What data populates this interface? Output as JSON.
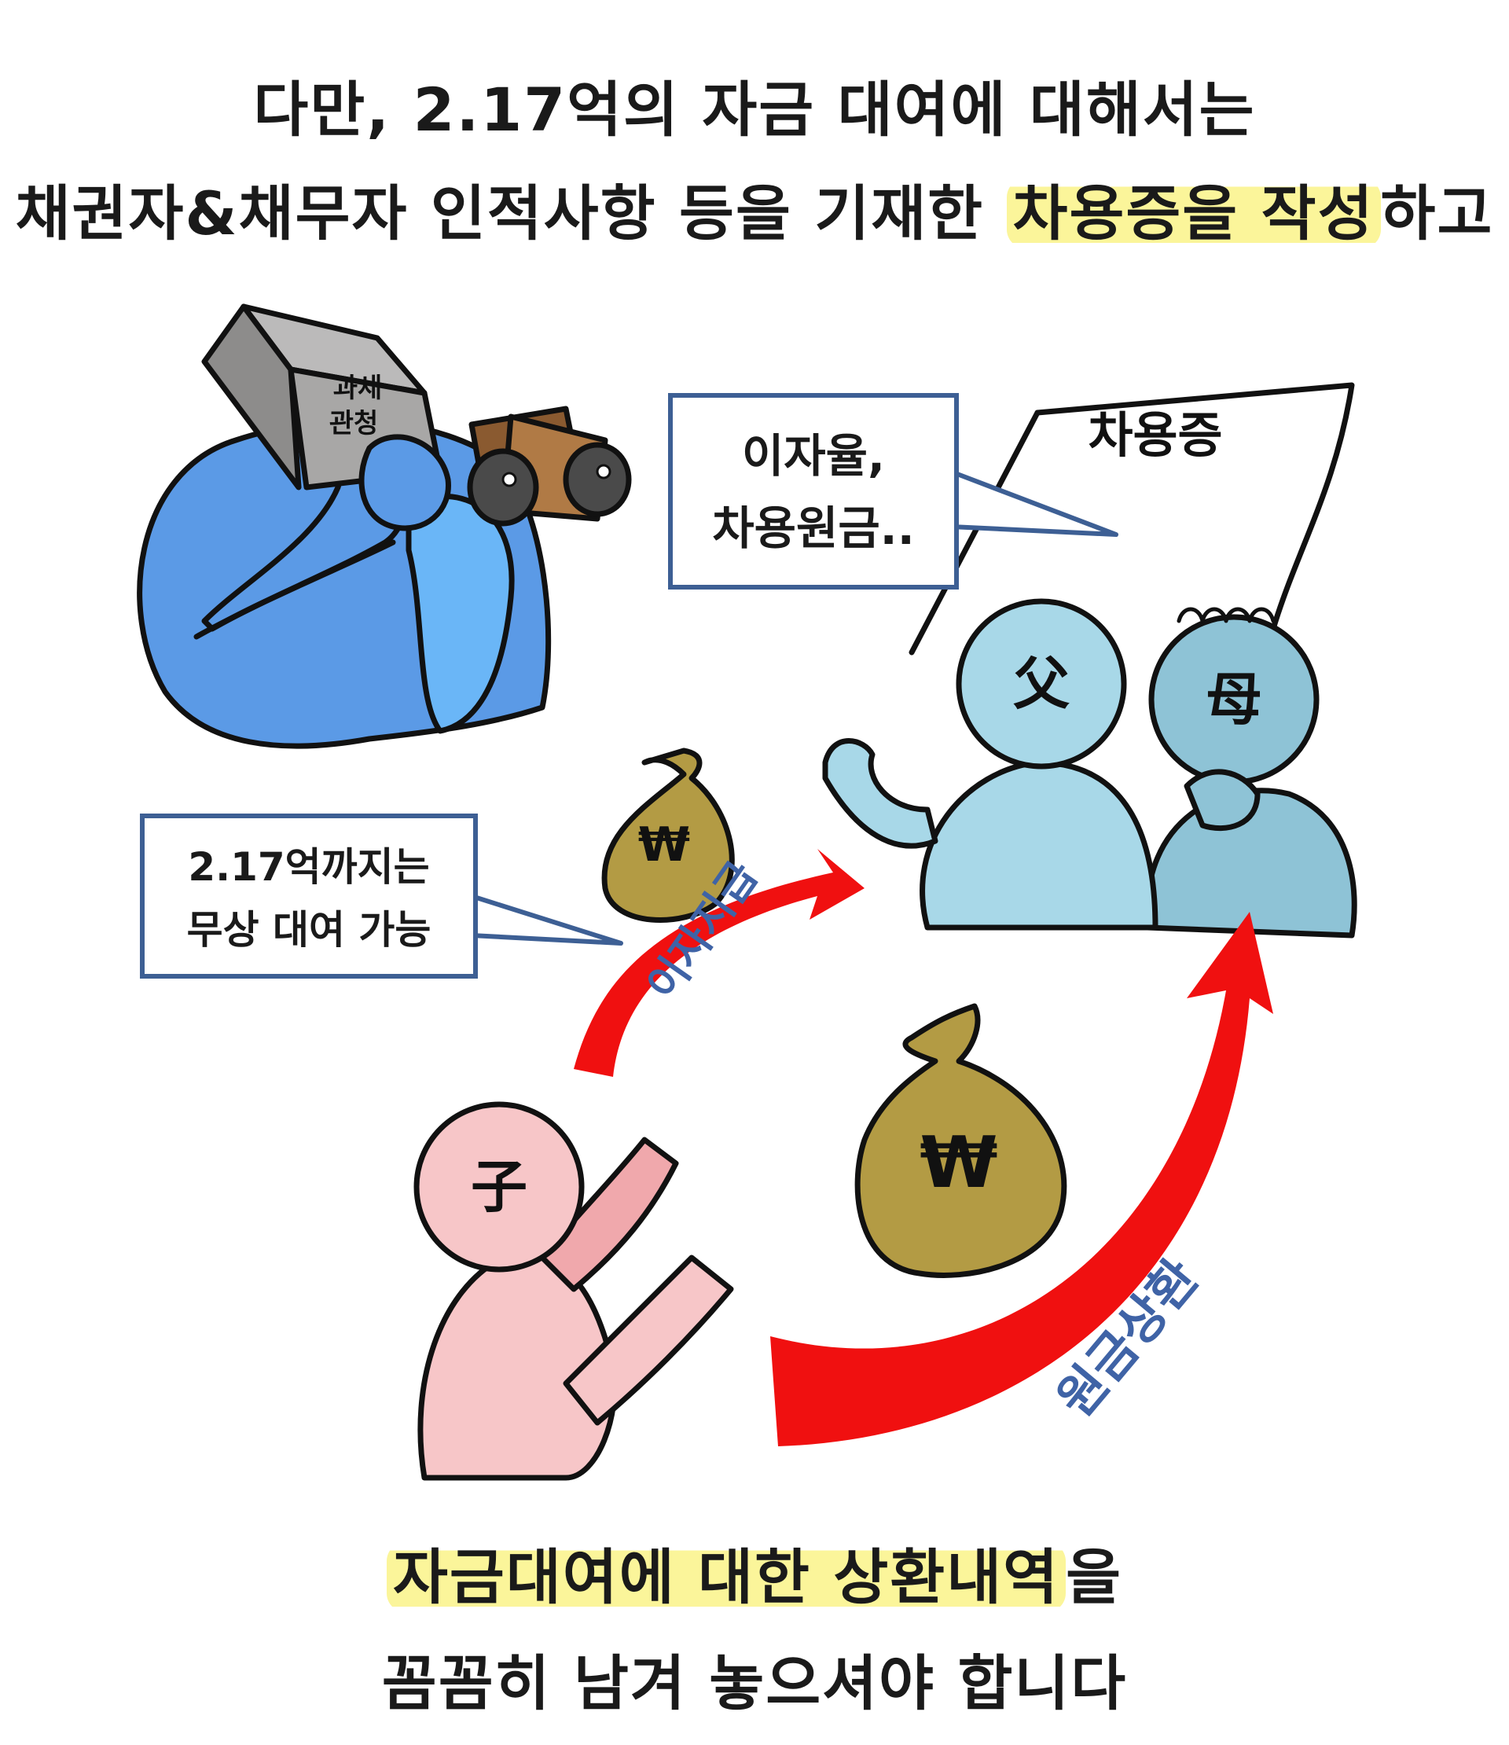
{
  "captions": {
    "top_line1": "다만, 2.17억의 자금 대여에 대해서는",
    "top_line2_pre": "채권자&채무자 인적사항 등을 기재한 ",
    "top_line2_hl": "차용증을 작성",
    "top_line2_post": "하고",
    "bottom_line1_hl": "자금대여에 대한 상환내역",
    "bottom_line1_post": "을",
    "bottom_line2": "꼼꼼히 남겨 놓으셔야 합니다"
  },
  "tax_office": {
    "box_line1": "과세",
    "box_line2": "관청"
  },
  "bubbles": {
    "interest_line1": "이자율,",
    "interest_line2": "차용원금..",
    "free_loan_line1": "2.17억까지는",
    "free_loan_line2": "무상 대여 가능"
  },
  "document": {
    "title": "차용증"
  },
  "characters": {
    "father": "父",
    "mother": "母",
    "child": "子"
  },
  "money": {
    "symbol": "₩"
  },
  "arrows": {
    "interest": "이자지급",
    "principal": "원금상환"
  },
  "colors": {
    "tax_blue": "#5b9ae6",
    "parents_blue": "#a8d8e8",
    "child_pink": "#f7c6c8",
    "money_bag": "#b39b44",
    "arrow_red": "#f01010",
    "label_blue": "#3f63a6",
    "highlight": "#fbf59a"
  }
}
